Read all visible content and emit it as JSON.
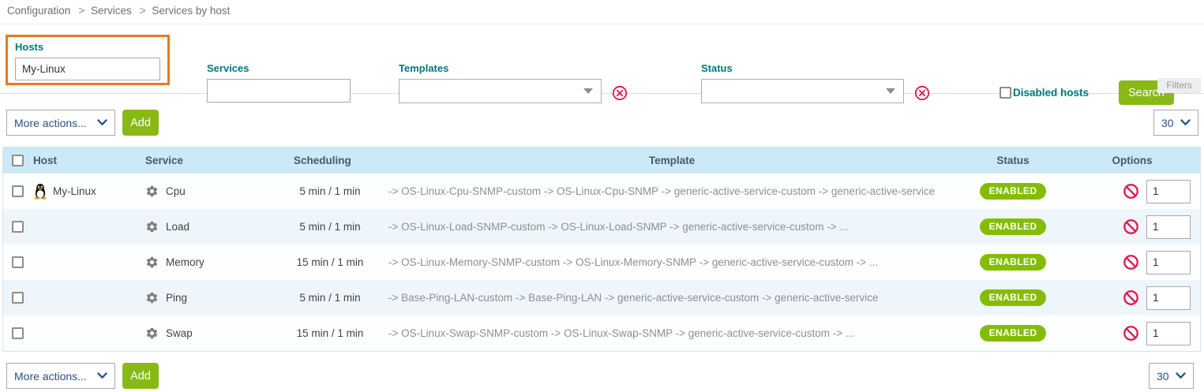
{
  "breadcrumb": {
    "separator": ">",
    "items": [
      "Configuration",
      "Services",
      "Services by host"
    ]
  },
  "filters": {
    "panel_label": "Filters",
    "hosts": {
      "label": "Hosts",
      "value": "My-Linux"
    },
    "services": {
      "label": "Services",
      "value": ""
    },
    "templates": {
      "label": "Templates",
      "value": ""
    },
    "status": {
      "label": "Status",
      "value": ""
    },
    "disabled_hosts_label": "Disabled hosts",
    "search_button": "Search"
  },
  "toolbar": {
    "more_actions_label": "More actions...",
    "add_button": "Add",
    "page_size": "30"
  },
  "table": {
    "headers": {
      "host": "Host",
      "service": "Service",
      "scheduling": "Scheduling",
      "template": "Template",
      "status": "Status",
      "options": "Options"
    },
    "rows": [
      {
        "host": "My-Linux",
        "service": "Cpu",
        "scheduling": "5 min / 1 min",
        "template": "-> OS-Linux-Cpu-SNMP-custom -> OS-Linux-Cpu-SNMP -> generic-active-service-custom -> generic-active-service",
        "status": "ENABLED",
        "options_value": "1"
      },
      {
        "host": "",
        "service": "Load",
        "scheduling": "5 min / 1 min",
        "template": "-> OS-Linux-Load-SNMP-custom -> OS-Linux-Load-SNMP -> generic-active-service-custom -> ...",
        "status": "ENABLED",
        "options_value": "1"
      },
      {
        "host": "",
        "service": "Memory",
        "scheduling": "15 min / 1 min",
        "template": "-> OS-Linux-Memory-SNMP-custom -> OS-Linux-Memory-SNMP -> generic-active-service-custom -> ...",
        "status": "ENABLED",
        "options_value": "1"
      },
      {
        "host": "",
        "service": "Ping",
        "scheduling": "5 min / 1 min",
        "template": "-> Base-Ping-LAN-custom -> Base-Ping-LAN -> generic-active-service-custom -> generic-active-service",
        "status": "ENABLED",
        "options_value": "1"
      },
      {
        "host": "",
        "service": "Swap",
        "scheduling": "15 min / 1 min",
        "template": "-> OS-Linux-Swap-SNMP-custom -> OS-Linux-Swap-SNMP -> generic-active-service-custom -> ...",
        "status": "ENABLED",
        "options_value": "1"
      }
    ]
  },
  "colors": {
    "accent_green": "#88b917",
    "enabled_badge_green": "#84bd00",
    "label_teal": "#00787e",
    "focus_orange": "#e8791e",
    "clear_red": "#e2154a",
    "header_blue": "#cbe9f6",
    "select_text_navy": "#29507e"
  },
  "icons": {
    "host_os": "linux-tux-icon",
    "service": "gear-icon",
    "clear_filter": "circle-x-icon",
    "disable": "prohibition-icon",
    "dropdown": "chevron-down-icon"
  }
}
